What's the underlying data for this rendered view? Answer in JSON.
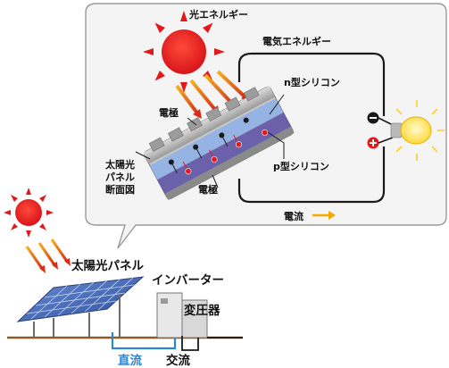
{
  "callout": {
    "light_energy": "光エネルギー",
    "electric_energy": "電気エネルギー",
    "n_type": "n型シリコン",
    "p_type": "p型シリコン",
    "electrode_top": "電極",
    "electrode_bottom": "電極",
    "cross_section": [
      "太陽光",
      "パネル",
      "断面図"
    ],
    "current": "電流"
  },
  "system": {
    "solar_panel": "太陽光パネル",
    "inverter": "インバーター",
    "transformer": "変圧器",
    "dc": "直流",
    "ac": "交流"
  },
  "colors": {
    "sun": "#e3181b",
    "ray_orange": "#f08c16",
    "ray_red": "#d62d16",
    "circuit": "#1a1a1a",
    "current_arrow": "#f2a900",
    "dc_wire": "#2f86c8",
    "ground": "#8c5a2b",
    "bulb": "#ffe34d",
    "panel_blue": "#3d63b5",
    "bubble_fill": "#f4f4f4",
    "bubble_stroke": "#9a9a9a"
  }
}
